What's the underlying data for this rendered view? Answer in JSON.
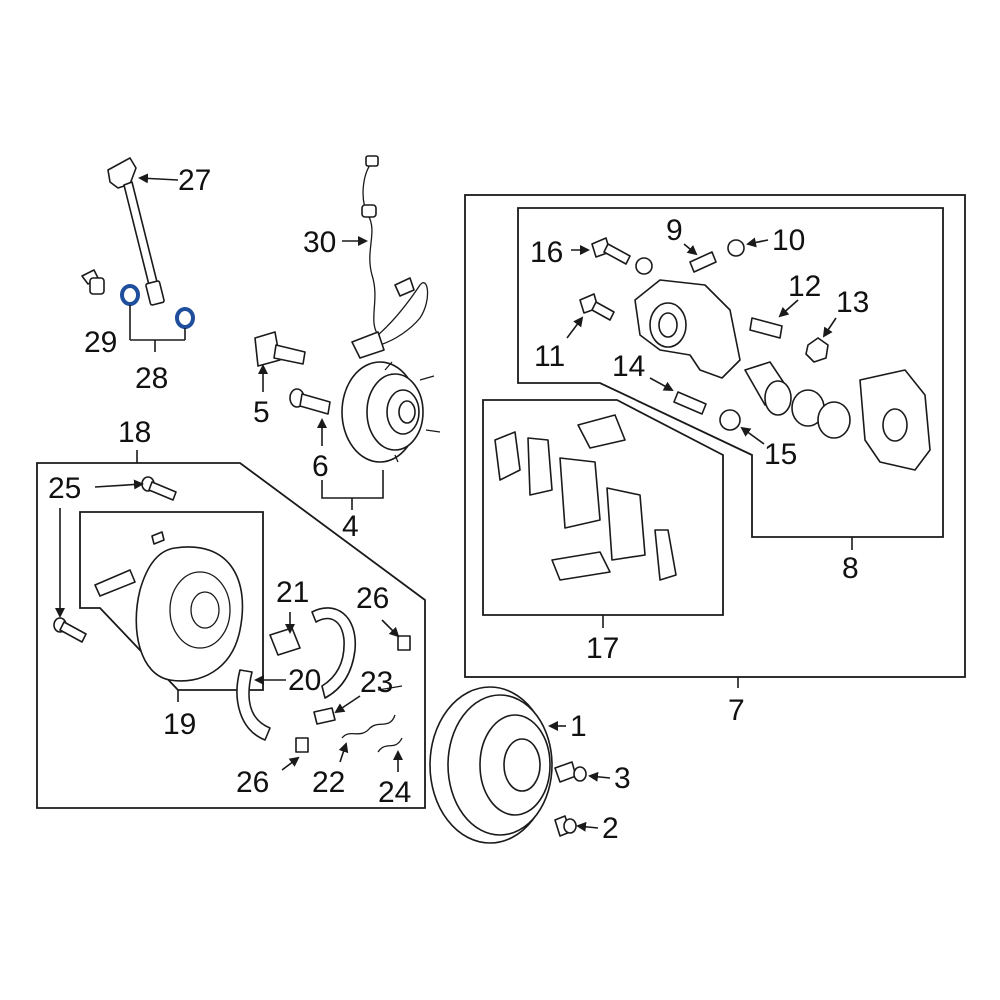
{
  "callouts": {
    "c1": "1",
    "c2": "2",
    "c3": "3",
    "c4": "4",
    "c5": "5",
    "c6": "6",
    "c7": "7",
    "c8": "8",
    "c9": "9",
    "c10": "10",
    "c11": "11",
    "c12": "12",
    "c13": "13",
    "c14": "14",
    "c15": "15",
    "c16": "16",
    "c17": "17",
    "c18": "18",
    "c19": "19",
    "c20": "20",
    "c21": "21",
    "c22": "22",
    "c23": "23",
    "c24": "24",
    "c25": "25",
    "c26a": "26",
    "c26b": "26",
    "c27": "27",
    "c28": "28",
    "c29": "29",
    "c30": "30"
  },
  "colors": {
    "line": "#1a1a1a",
    "highlight": "#1f4e9c"
  }
}
